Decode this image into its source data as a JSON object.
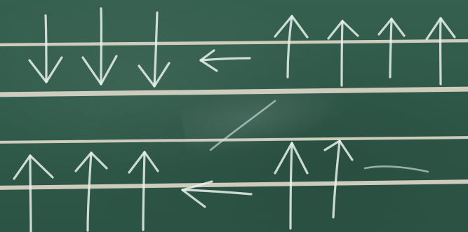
{
  "board": {
    "background": "#2f5a4a",
    "chalk_color": "#e6f1ef",
    "line_color": "#d6d2c3"
  },
  "top_row": {
    "left_group": {
      "direction": "down",
      "count": 3
    },
    "middle_arrow": {
      "direction": "left",
      "count": 1
    },
    "right_group": {
      "direction": "up",
      "count": 4
    }
  },
  "bottom_row": {
    "left_group": {
      "direction": "up",
      "count": 3
    },
    "middle_arrow": {
      "direction": "left",
      "count": 1
    },
    "right_group": {
      "direction": "up",
      "count": 2
    }
  }
}
